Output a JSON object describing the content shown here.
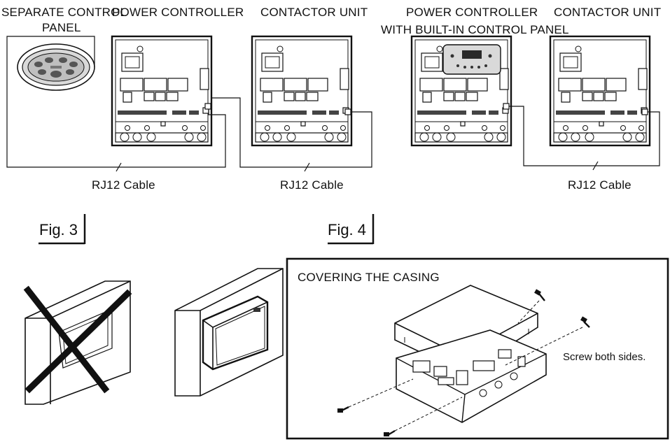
{
  "labels": {
    "separate_panel_line1": "SEPARATE CONTROL",
    "separate_panel_line2": "PANEL",
    "power_controller": "POWER CONTROLLER",
    "contactor_unit_1": "CONTACTOR UNIT",
    "power_controller_builtin_line1": "POWER CONTROLLER",
    "power_controller_builtin_line2": "WITH BUILT-IN CONTROL PANEL",
    "contactor_unit_2": "CONTACTOR UNIT",
    "rj12_cable_1": "RJ12 Cable",
    "rj12_cable_2": "RJ12 Cable",
    "rj12_cable_3": "RJ12 Cable"
  },
  "figures": {
    "fig3": "Fig. 3",
    "fig4": "Fig. 4"
  },
  "casing": {
    "title": "COVERING THE CASING",
    "note": "Screw both sides."
  },
  "colors": {
    "line": "#111111",
    "panel_fill": "#d9d9d9",
    "panel_dark": "#6e6e6e",
    "display_fill": "#2a2a2a"
  },
  "icons": {
    "wrong_mount": "cross-mark-icon",
    "correct_mount": "wall-mounted-unit-icon"
  }
}
